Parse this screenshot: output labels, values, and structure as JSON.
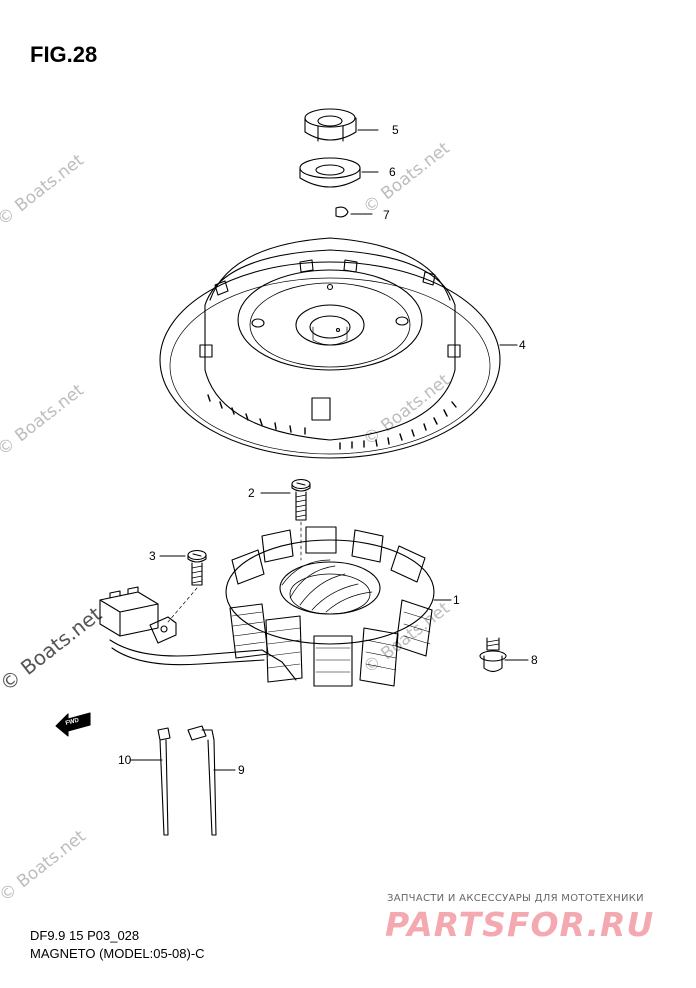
{
  "figure": {
    "title": "FIG.28",
    "code": "DF9.9 15 P03_028",
    "caption": "MAGNETO (MODEL:05-08)-C"
  },
  "parts": [
    {
      "ref": "1"
    },
    {
      "ref": "2"
    },
    {
      "ref": "3"
    },
    {
      "ref": "4"
    },
    {
      "ref": "5"
    },
    {
      "ref": "6"
    },
    {
      "ref": "7"
    },
    {
      "ref": "8"
    },
    {
      "ref": "9"
    },
    {
      "ref": "10"
    }
  ],
  "direction_arrow": {
    "label": "FWD"
  },
  "watermarks": {
    "site": "© Boats.net"
  },
  "branding": {
    "subtitle": "ЗАПЧАСТИ И АКСЕССУАРЫ ДЛЯ МОТОТЕХНИКИ",
    "logo": "PARTSFOR.RU",
    "logo_color": "#f4a9b1"
  },
  "colors": {
    "line": "#000000",
    "background": "#ffffff",
    "watermark": "#bdbdbd"
  }
}
